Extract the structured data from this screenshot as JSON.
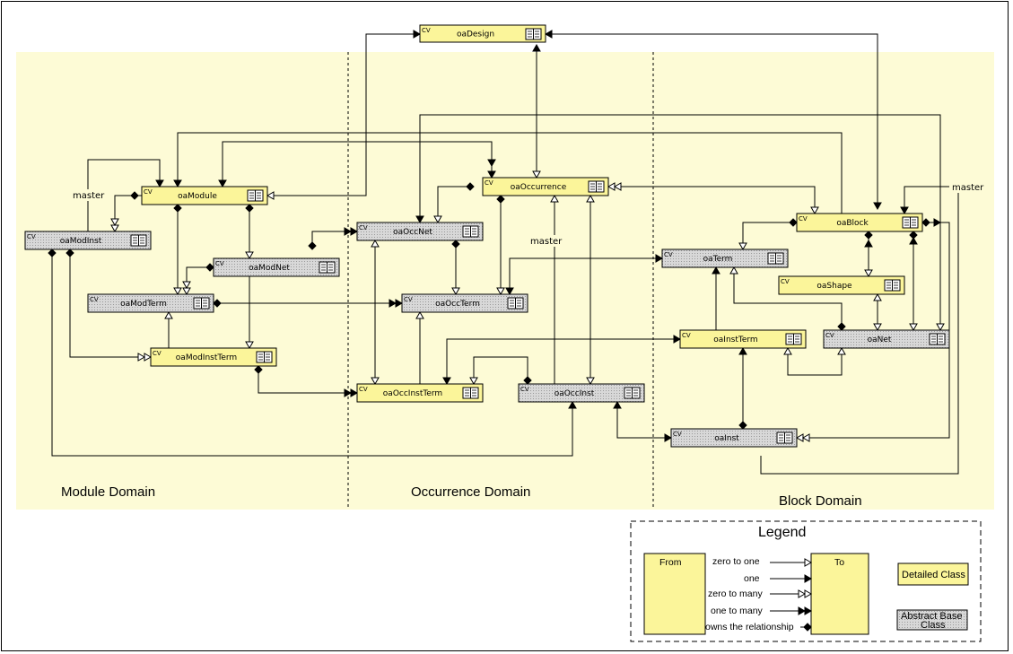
{
  "domains": {
    "module": "Module Domain",
    "occurrence": "Occurrence Domain",
    "block": "Block Domain"
  },
  "stereotype": "CV",
  "classes": {
    "oaDesign": "oaDesign",
    "oaModule": "oaModule",
    "oaModInst": "oaModInst",
    "oaModNet": "oaModNet",
    "oaModTerm": "oaModTerm",
    "oaModInstTerm": "oaModInstTerm",
    "oaOccNet": "oaOccNet",
    "oaOccurrence": "oaOccurrence",
    "oaOccTerm": "oaOccTerm",
    "oaOccInstTerm": "oaOccInstTerm",
    "oaOccInst": "oaOccInst",
    "oaBlock": "oaBlock",
    "oaTerm": "oaTerm",
    "oaShape": "oaShape",
    "oaInstTerm": "oaInstTerm",
    "oaNet": "oaNet",
    "oaInst": "oaInst"
  },
  "edge_labels": {
    "master_module": "master",
    "master_occurrence": "master",
    "master_block": "master"
  },
  "legend": {
    "title": "Legend",
    "from": "From",
    "to": "To",
    "zero_to_one": "zero to one",
    "one": "one",
    "zero_to_many": "zero to many",
    "one_to_many": "one to many",
    "owns": "owns the relationship",
    "detailed_class": "Detailed Class",
    "abstract_line1": "Abstract Base",
    "abstract_line2": "Class"
  },
  "colors": {
    "domain_bg": "#fdfbd6",
    "detailed_fill": "#fbf59a",
    "abstract_fill": "#d4d4d4",
    "line": "#000000"
  }
}
